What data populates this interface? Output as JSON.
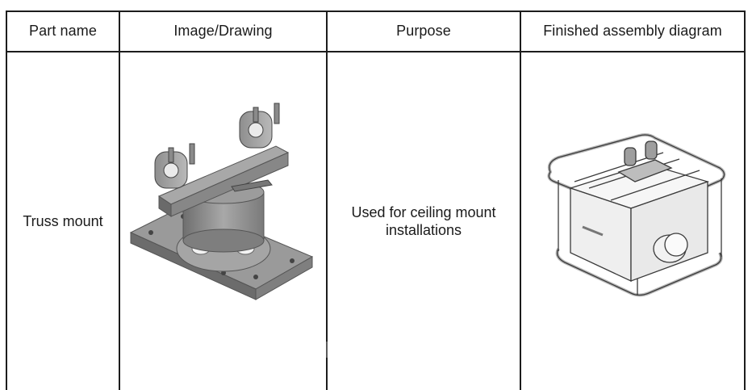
{
  "table": {
    "headers": [
      "Part name",
      "Image/Drawing",
      "Purpose",
      "Finished assembly diagram"
    ],
    "rows": [
      {
        "part_name": "Truss mount",
        "image_icon": "truss-mount-drawing",
        "purpose": "Used for ceiling mount installations",
        "assembly_icon": "finished-assembly-drawing"
      }
    ]
  }
}
